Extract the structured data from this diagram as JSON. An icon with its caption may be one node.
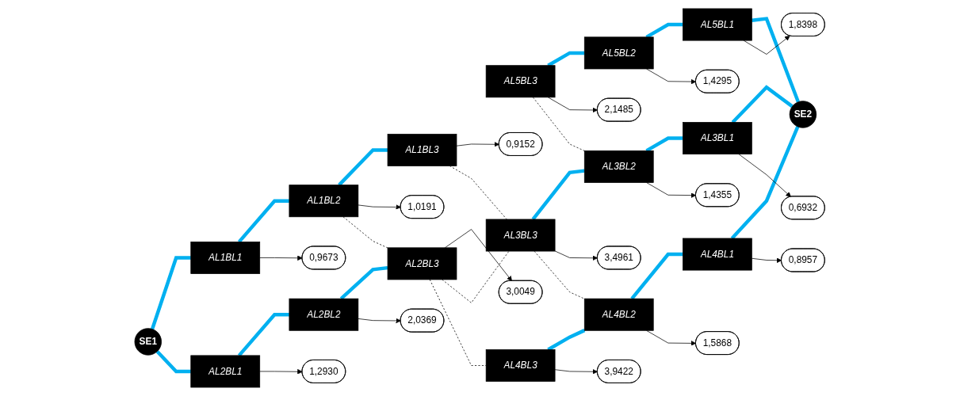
{
  "diagram": {
    "nodes": [
      {
        "text": [
          "SE1"
        ]
      },
      {
        "text": [
          "AL1BL1"
        ]
      },
      {
        "text": [
          "AL1BL2"
        ]
      },
      {
        "text": [
          "AL1BL3"
        ]
      },
      {
        "text": [
          "AL2BL1"
        ]
      },
      {
        "text": [
          "AL2BL2"
        ]
      },
      {
        "text": [
          "AL2BL3"
        ]
      },
      {
        "text": [
          "AL5BL3"
        ]
      },
      {
        "text": [
          "AL5BL2"
        ]
      },
      {
        "text": [
          "AL5BL1"
        ]
      },
      {
        "text": [
          "AL3BL3"
        ]
      },
      {
        "text": [
          "AL3BL2"
        ]
      },
      {
        "text": [
          "AL3BL1"
        ]
      },
      {
        "text": [
          "AL4BL3"
        ]
      },
      {
        "text": [
          "AL4BL2"
        ]
      },
      {
        "text": [
          "AL4BL1"
        ]
      },
      {
        "text": [
          "SE2"
        ]
      },
      {
        "text": [
          "0,9673"
        ]
      },
      {
        "text": [
          "1,0191"
        ]
      },
      {
        "text": [
          "0,9152"
        ]
      },
      {
        "text": [
          "1,2930"
        ]
      },
      {
        "text": [
          "2,0369"
        ]
      },
      {
        "text": [
          "3,0049"
        ]
      },
      {
        "text": [
          "2,1485"
        ]
      },
      {
        "text": [
          "1,4295"
        ]
      },
      {
        "text": [
          "1,8398"
        ]
      },
      {
        "text": [
          "3,4961"
        ]
      },
      {
        "text": [
          "1,4355"
        ]
      },
      {
        "text": [
          "0,6932"
        ]
      },
      {
        "text": [
          "3,9422"
        ]
      },
      {
        "text": [
          "1,5868"
        ]
      },
      {
        "text": [
          "0,8957"
        ]
      }
    ],
    "edges": [
      {
        "from": 0,
        "to": 1,
        "arrow": "none",
        "style": "thick",
        "color": "#00b0f0"
      },
      {
        "from": 1,
        "to": 2,
        "arrow": "none",
        "style": "thick",
        "color": "#00b0f0"
      },
      {
        "from": 2,
        "to": 3,
        "arrow": "none",
        "style": "thick",
        "color": "#00b0f0"
      },
      {
        "from": 0,
        "to": 4,
        "arrow": "none",
        "style": "thick",
        "color": "#00b0f0"
      },
      {
        "from": 4,
        "to": 5,
        "arrow": "none",
        "style": "thick",
        "color": "#00b0f0"
      },
      {
        "from": 5,
        "to": 6,
        "arrow": "none",
        "style": "thick",
        "color": "#00b0f0"
      },
      {
        "from": 7,
        "to": 8,
        "arrow": "none",
        "style": "thick",
        "color": "#00b0f0"
      },
      {
        "from": 8,
        "to": 9,
        "arrow": "none",
        "style": "thick",
        "color": "#00b0f0"
      },
      {
        "from": 9,
        "to": 16,
        "arrow": "none",
        "style": "thick",
        "color": "#00b0f0"
      },
      {
        "from": 10,
        "to": 11,
        "arrow": "none",
        "style": "thick",
        "color": "#00b0f0"
      },
      {
        "from": 11,
        "to": 12,
        "arrow": "none",
        "style": "thick",
        "color": "#00b0f0"
      },
      {
        "from": 12,
        "to": 16,
        "arrow": "none",
        "style": "thick",
        "color": "#00b0f0"
      },
      {
        "from": 13,
        "to": 14,
        "arrow": "none",
        "style": "thick",
        "color": "#00b0f0"
      },
      {
        "from": 14,
        "to": 15,
        "arrow": "none",
        "style": "thick",
        "color": "#00b0f0"
      },
      {
        "from": 15,
        "to": 16,
        "arrow": "none",
        "style": "thick",
        "color": "#00b0f0"
      },
      {
        "from": 1,
        "to": 17,
        "arrow": "to"
      },
      {
        "from": 2,
        "to": 18,
        "arrow": "to"
      },
      {
        "from": 3,
        "to": 19,
        "arrow": "to"
      },
      {
        "from": 4,
        "to": 20,
        "arrow": "to"
      },
      {
        "from": 5,
        "to": 21,
        "arrow": "to"
      },
      {
        "from": 6,
        "to": 22,
        "arrow": "to"
      },
      {
        "from": 7,
        "to": 23,
        "arrow": "to"
      },
      {
        "from": 8,
        "to": 24,
        "arrow": "to"
      },
      {
        "from": 9,
        "to": 25,
        "arrow": "to"
      },
      {
        "from": 10,
        "to": 26,
        "arrow": "to"
      },
      {
        "from": 11,
        "to": 27,
        "arrow": "to"
      },
      {
        "from": 12,
        "to": 28,
        "arrow": "to"
      },
      {
        "from": 13,
        "to": 29,
        "arrow": "to"
      },
      {
        "from": 14,
        "to": 30,
        "arrow": "to"
      },
      {
        "from": 15,
        "to": 31,
        "arrow": "to"
      },
      {
        "from": 3,
        "to": 10,
        "arrow": "none",
        "style": "dashed"
      },
      {
        "from": 2,
        "to": 6,
        "arrow": "none",
        "style": "dashed"
      },
      {
        "from": 6,
        "to": 10,
        "arrow": "none",
        "style": "dashed"
      },
      {
        "from": 6,
        "to": 13,
        "arrow": "none",
        "style": "dashed"
      },
      {
        "from": 7,
        "to": 11,
        "arrow": "none",
        "style": "dashed"
      },
      {
        "from": 10,
        "to": 14,
        "arrow": "none",
        "style": "dashed"
      }
    ]
  }
}
